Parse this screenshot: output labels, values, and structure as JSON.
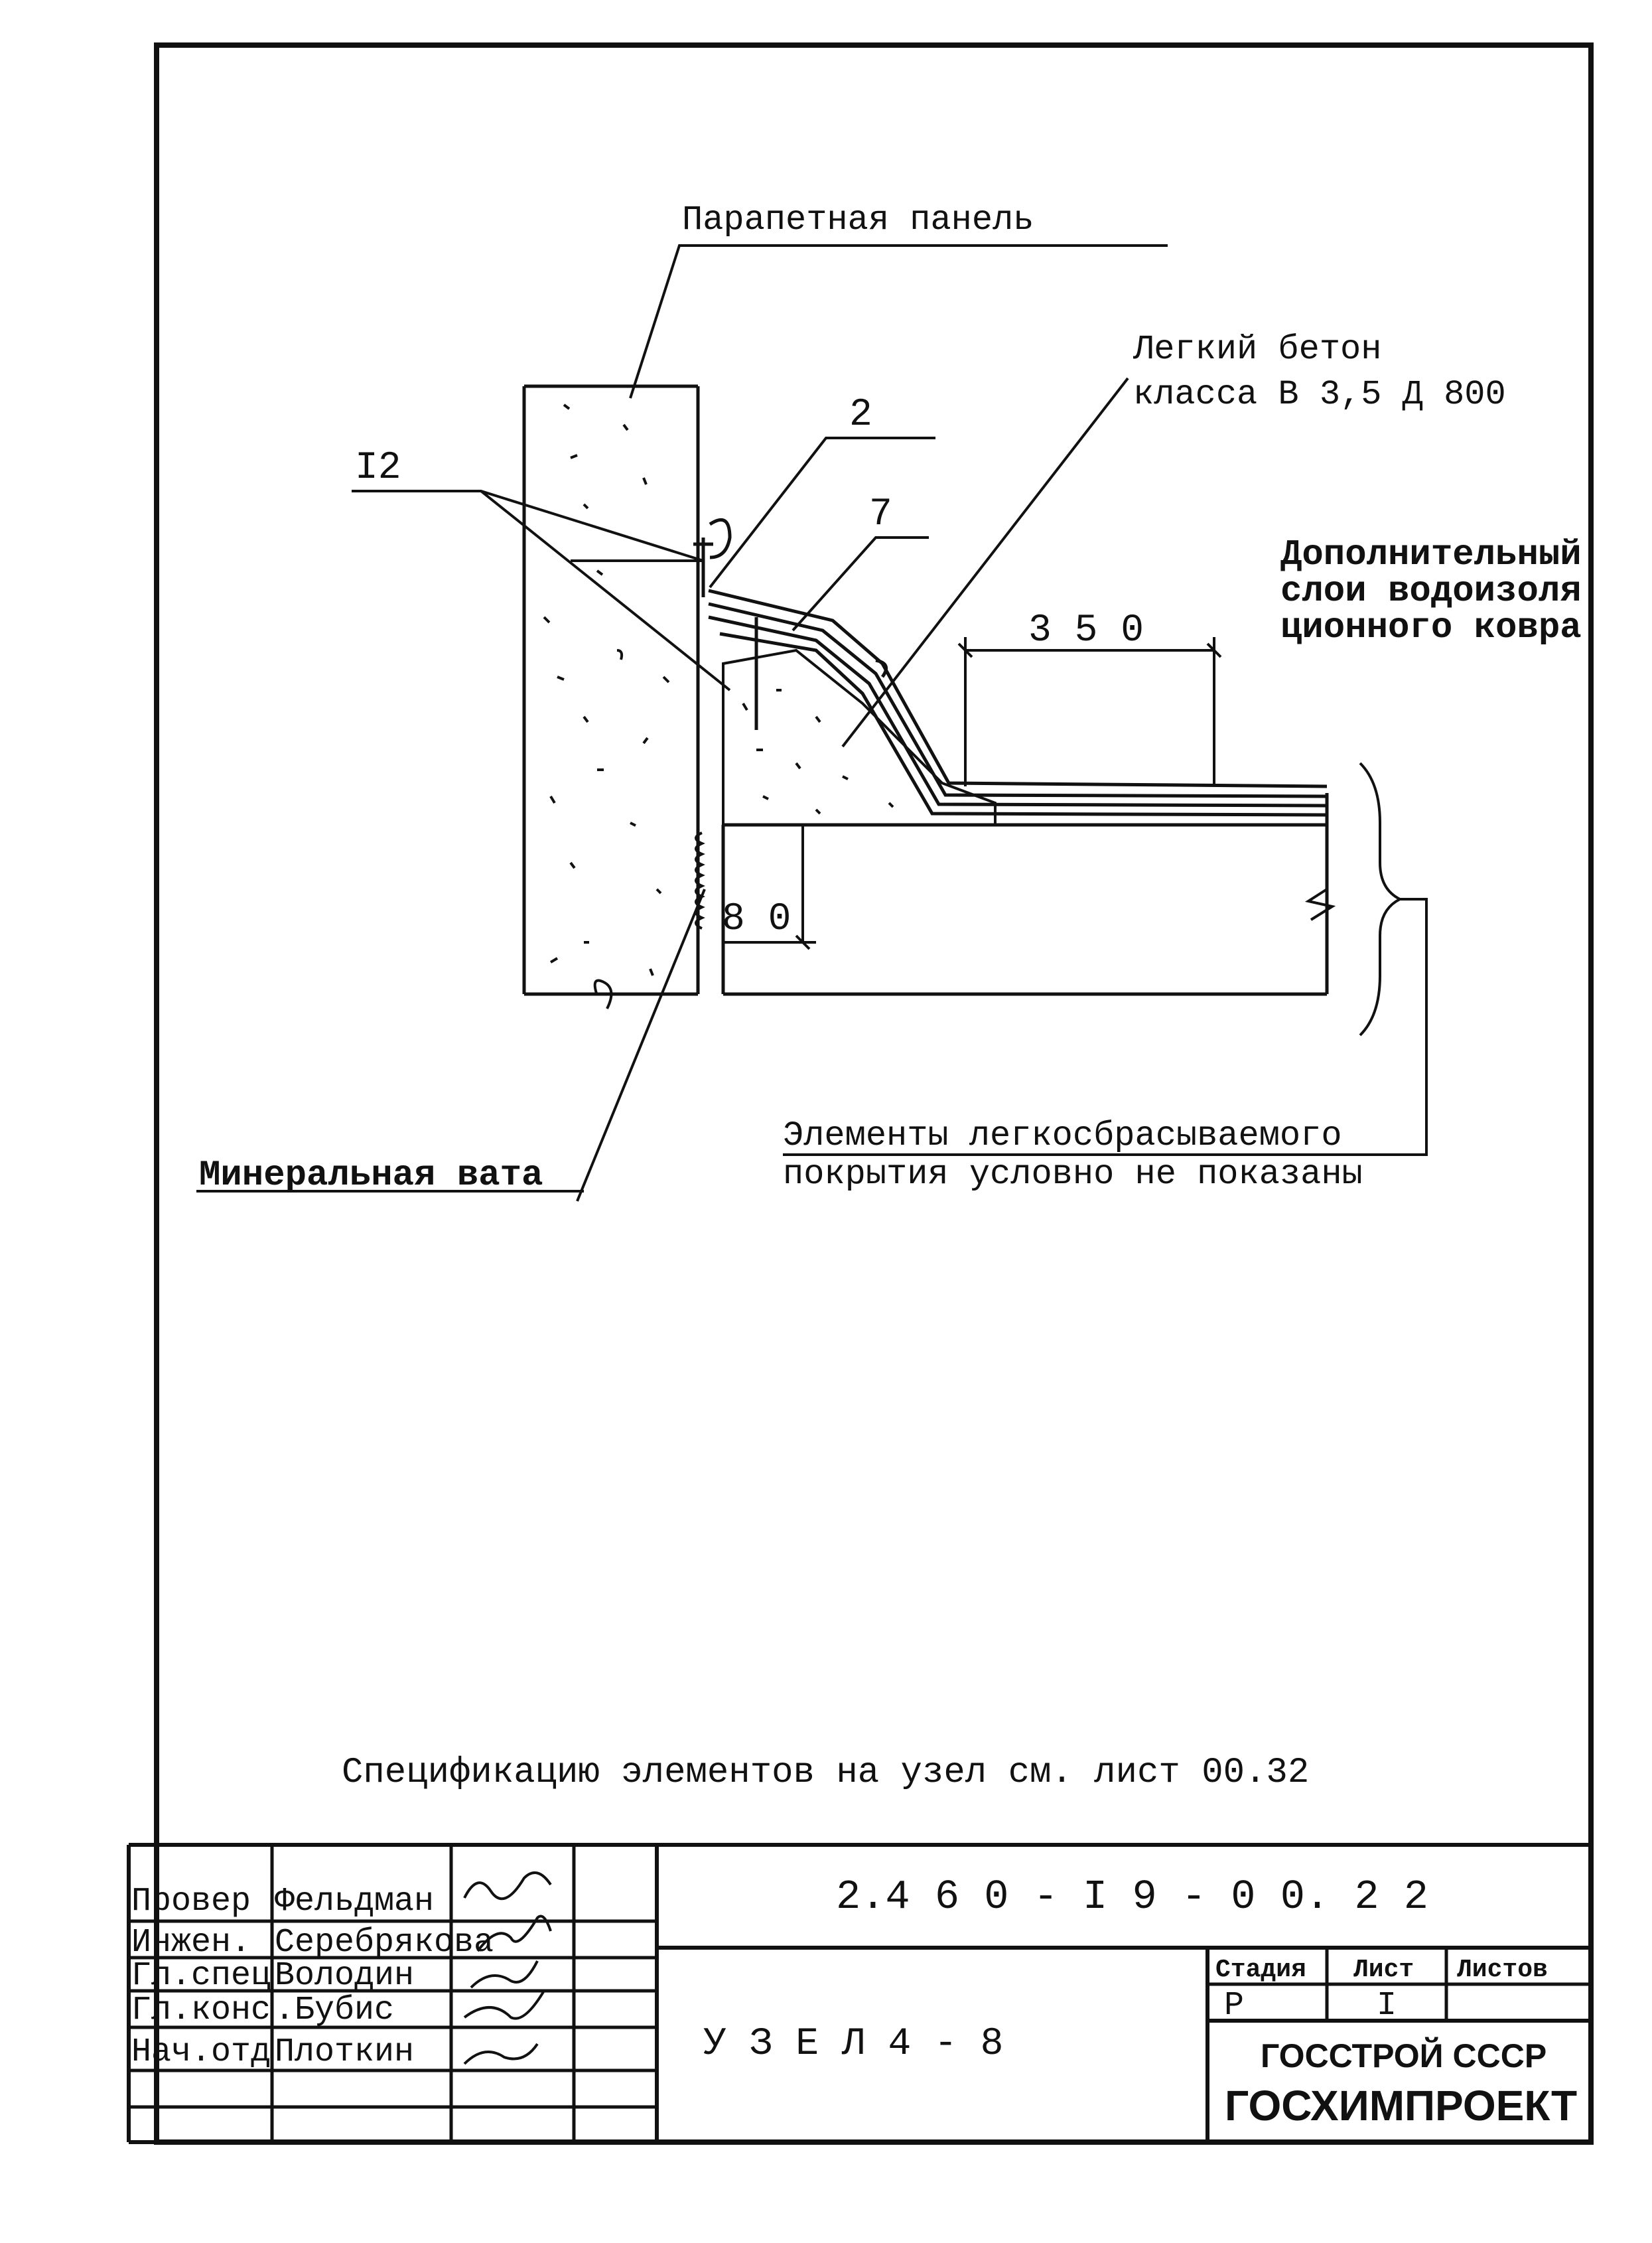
{
  "drawing": {
    "labels": {
      "parapet_panel": "Парапетная  панель",
      "light_concrete_line1": "Легкий  бетон",
      "light_concrete_line2": "класса В 3,5 Д 800",
      "extra_layer_line1": "Дополнительный",
      "extra_layer_line2": "слои водоизоля",
      "extra_layer_line3": "ционного ковра",
      "mineral_wool": "Минеральная вата",
      "elements_note_line1": "Элементы легкосбрасываемого",
      "elements_note_line2": "покрытия условно не показаны"
    },
    "callouts": {
      "item_12": "I2",
      "item_2": "2",
      "item_7": "7"
    },
    "dimensions": {
      "d350": "3 5 0",
      "d80": "8 0"
    }
  },
  "spec_note": "Спецификацию элементов на  узел см. лист 00.32",
  "title_block": {
    "signers": [
      {
        "role": "Провер",
        "name": "Фельдман"
      },
      {
        "role": "Инжен.",
        "name": "Серебрякова"
      },
      {
        "role": "Гл.спец",
        "name": "Володин"
      },
      {
        "role": "Гл.конс",
        "name": ".Бубис"
      },
      {
        "role": "Нач.отд",
        "name": "Плоткин"
      }
    ],
    "doc_code": "2.4 6 0 - I 9   -  0 0. 2 2",
    "node_title": "У З Е Л  4 - 8",
    "stage_header": "Стадия",
    "sheet_header": "Лист",
    "sheets_header": "Листов",
    "stage_value": "Р",
    "sheet_value": "I",
    "sheets_value": "",
    "org_line1": "ГОССТРОЙ СССР",
    "org_line2": "ГОСХИМПРОЕКТ"
  }
}
